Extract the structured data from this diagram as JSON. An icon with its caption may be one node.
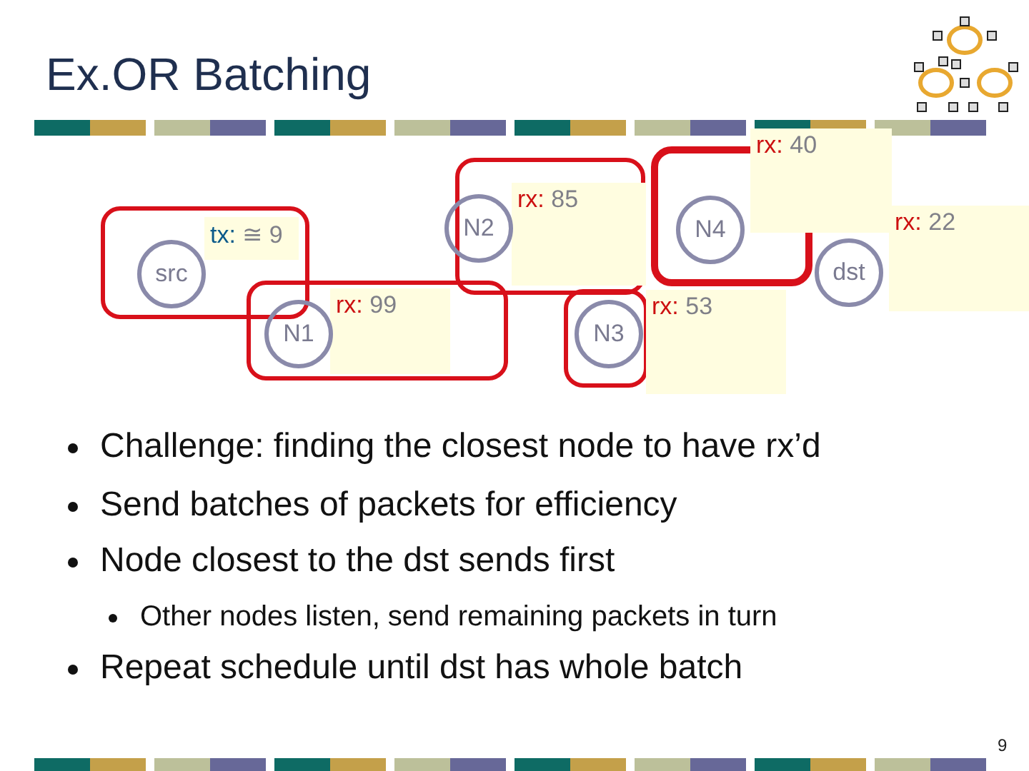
{
  "diagram": {
    "title": "Ex.OR Batching",
    "nodes": [
      {
        "text": [
          "src"
        ],
        "beside": [
          "tx: ≅ 9"
        ]
      },
      {
        "text": [
          "N1"
        ],
        "beside": [
          "rx: 99"
        ]
      },
      {
        "text": [
          "N2"
        ],
        "beside": [
          "rx: 85"
        ]
      },
      {
        "text": [
          "N3"
        ],
        "beside": [
          "rx: 53"
        ]
      },
      {
        "text": [
          "N4"
        ],
        "beside": [
          "rx: 40"
        ]
      },
      {
        "text": [
          "dst"
        ],
        "beside": [
          "rx: 22"
        ]
      }
    ],
    "edges": [],
    "labels": [
      "Challenge: finding the closest node to have rx’d",
      "Send batches of packets for efficiency",
      "Node closest to the dst sends first",
      "Other nodes listen, send remaining packets in turn",
      "Repeat schedule until dst has whole batch",
      "9"
    ]
  }
}
